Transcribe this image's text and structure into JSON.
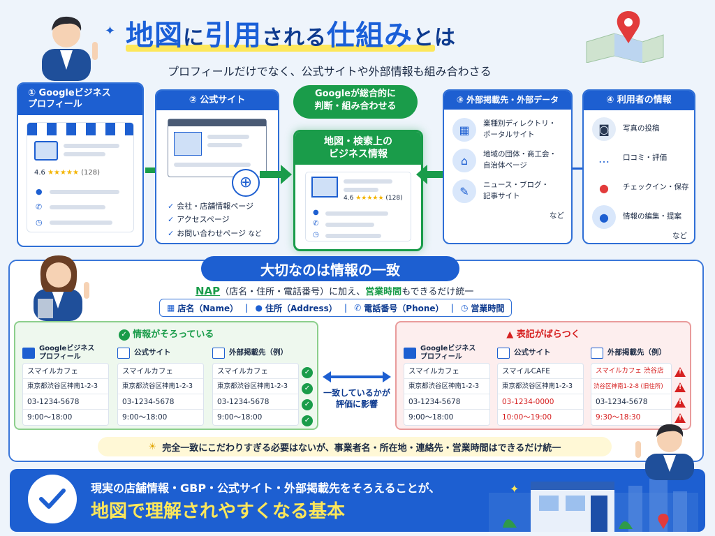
{
  "header": {
    "title_parts": [
      "地図",
      "に",
      "引用",
      "される",
      "仕組み",
      "とは"
    ],
    "subtitle": "プロフィールだけでなく、公式サイトや外部情報も組み合わさる"
  },
  "center_badge": "Googleが総合的に\n判断・組み合わせる",
  "cards": {
    "gbp": {
      "title": "① Googleビジネス\nプロフィール",
      "rating": "4.6",
      "count": "(128)"
    },
    "site": {
      "title": "② 公式サイト",
      "items": [
        "会社・店舗情報ページ",
        "アクセスページ",
        "お問い合わせページ"
      ],
      "nado": "など"
    },
    "center": {
      "title": "地図・検索上の\nビジネス情報",
      "rating": "4.6",
      "count": "(128)"
    },
    "external": {
      "title": "③ 外部掲載先・外部データ",
      "items": [
        "業種別ディレクトリ・\nポータルサイト",
        "地域の団体・商工会・\n自治体ページ",
        "ニュース・ブログ・\n記事サイト"
      ],
      "nado": "など"
    },
    "users": {
      "title": "④ 利用者の情報",
      "items": [
        "写真の投稿",
        "口コミ・評価",
        "チェックイン・保存",
        "情報の編集・提案"
      ],
      "nado": "など"
    }
  },
  "section": {
    "title": "大切なのは情報の一致",
    "nap_label": "NAP",
    "nap_desc": "（店名・住所・電話番号）に加え、",
    "nap_hours": "営業時間",
    "nap_tail": "もできるだけ統一",
    "legend": [
      "店名（Name）",
      "住所（Address）",
      "電話番号（Phone）",
      "営業時間"
    ],
    "good_title": "情報がそろっている",
    "bad_title": "表記がばらつく",
    "sources": [
      "Googleビジネス\nプロフィール",
      "公式サイト",
      "外部掲載先（例）"
    ],
    "good_rows": [
      [
        "スマイルカフェ",
        "東京都渋谷区神南1-2-3",
        "03-1234-5678",
        "9:00〜18:00"
      ],
      [
        "スマイルカフェ",
        "東京都渋谷区神南1-2-3",
        "03-1234-5678",
        "9:00〜18:00"
      ],
      [
        "スマイルカフェ",
        "東京都渋谷区神南1-2-3",
        "03-1234-5678",
        "9:00〜18:00"
      ]
    ],
    "bad_rows": [
      [
        "スマイルカフェ",
        "東京都渋谷区神南1-2-3",
        "03-1234-5678",
        "9:00〜18:00"
      ],
      [
        "スマイルCAFE",
        "東京都渋谷区神南1-2-3",
        "03-1234-0000",
        "10:00〜19:00"
      ],
      [
        "スマイルカフェ 渋谷店",
        "渋谷区神南1-2-8 (旧住所)",
        "03-1234-5678",
        "9:30〜18:30"
      ]
    ],
    "eval_text": "一致しているかが\n評価に影響",
    "tip": "完全一致にこだわりすぎる必要はないが、事業者名・所在地・連絡先・営業時間はできるだけ統一"
  },
  "footer": {
    "line1": "現実の店舗情報・GBP・公式サイト・外部掲載先をそろえることが、",
    "line2": "地図で理解されやすくなる基本"
  },
  "colors": {
    "primary": "#1d5fd1",
    "green": "#1a9c4a",
    "red": "#d62020",
    "yellow": "#fde75a"
  }
}
